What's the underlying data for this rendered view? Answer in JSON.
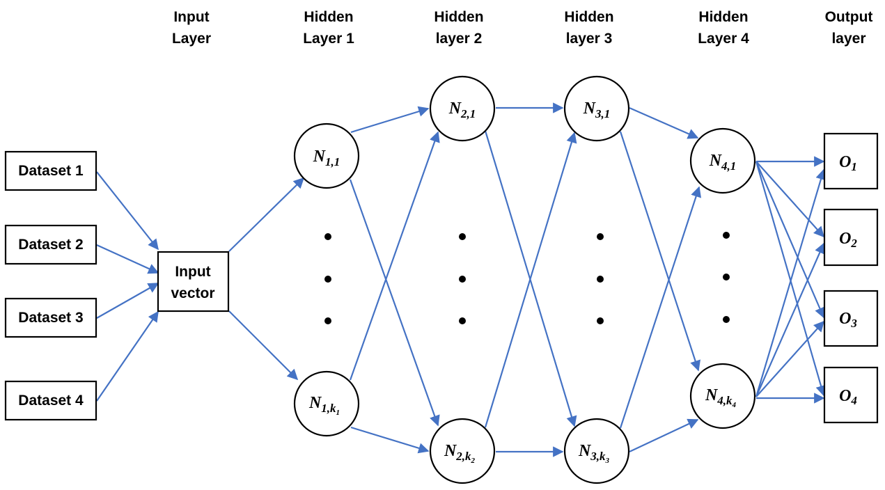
{
  "colors": {
    "edge": "#4472C4",
    "outline": "#000000",
    "background": "#ffffff"
  },
  "headers": {
    "input_layer": [
      "Input",
      "Layer"
    ],
    "hidden_1": [
      "Hidden",
      "Layer 1"
    ],
    "hidden_2": [
      "Hidden",
      "layer 2"
    ],
    "hidden_3": [
      "Hidden",
      "layer 3"
    ],
    "hidden_4": [
      "Hidden",
      "Layer 4"
    ],
    "output_layer": [
      "Output",
      "layer"
    ]
  },
  "datasets": [
    "Dataset 1",
    "Dataset 2",
    "Dataset 3",
    "Dataset 4"
  ],
  "input_vector": [
    "Input",
    "vector"
  ],
  "neurons": {
    "n11": {
      "base": "N",
      "sub": "1,1"
    },
    "n1k": {
      "base": "N",
      "sub": "1,",
      "sub_var": "k",
      "sub_var_sub": "1"
    },
    "n21": {
      "base": "N",
      "sub": "2,1"
    },
    "n2k": {
      "base": "N",
      "sub": "2,",
      "sub_var": "k",
      "sub_var_sub": "2"
    },
    "n31": {
      "base": "N",
      "sub": "3,1"
    },
    "n3k": {
      "base": "N",
      "sub": "3,",
      "sub_var": "k",
      "sub_var_sub": "3"
    },
    "n41": {
      "base": "N",
      "sub": "4,1"
    },
    "n4k": {
      "base": "N",
      "sub": "4,",
      "sub_var": "k",
      "sub_var_sub": "4"
    }
  },
  "outputs": [
    {
      "base": "O",
      "sub": "1"
    },
    {
      "base": "O",
      "sub": "2"
    },
    {
      "base": "O",
      "sub": "3"
    },
    {
      "base": "O",
      "sub": "4"
    }
  ],
  "ellipsis_dots_per_layer": 3
}
